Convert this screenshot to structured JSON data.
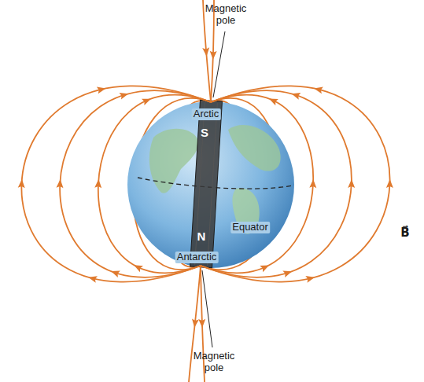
{
  "diagram": {
    "labels": [
      "Magnetic pole",
      "Arctic",
      "S",
      "Equator",
      "N",
      "Antarctic",
      "Magnetic pole",
      "B⃗"
    ]
  }
}
